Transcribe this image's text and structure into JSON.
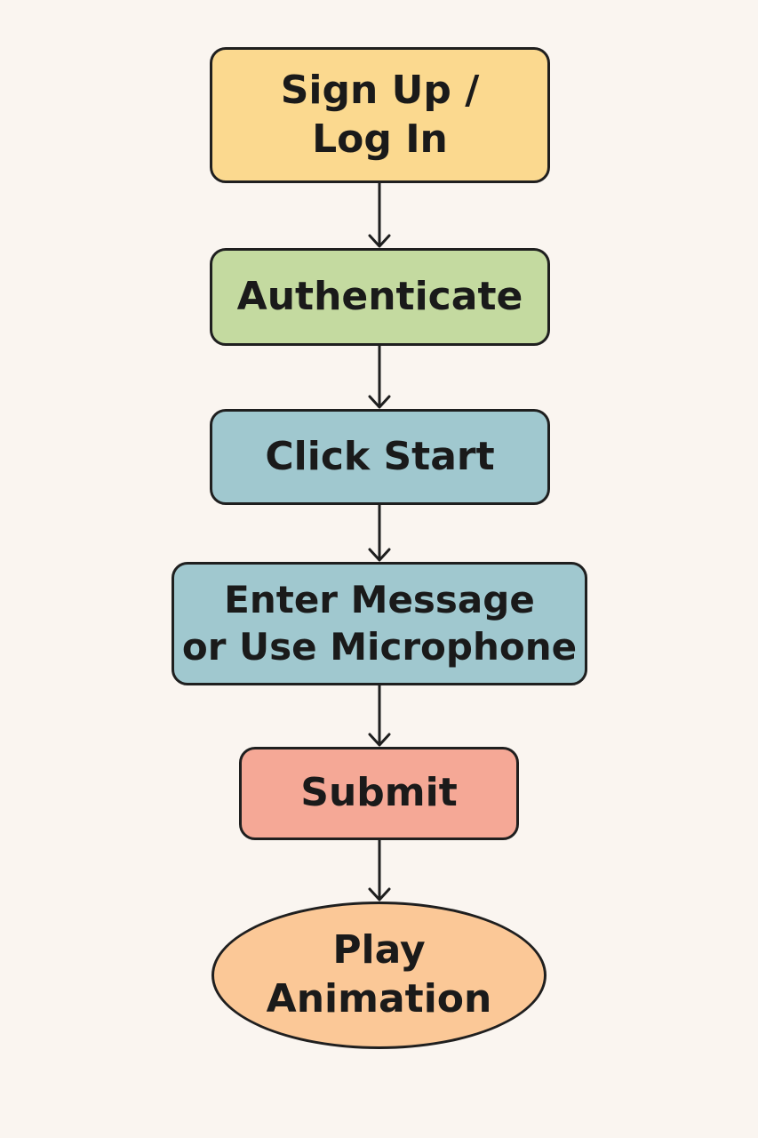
{
  "steps": [
    {
      "id": "signup",
      "lines": [
        "Sign Up /",
        "Log In"
      ],
      "shape": "rounded-rect",
      "color": "#fbd98f"
    },
    {
      "id": "authenticate",
      "lines": [
        "Authenticate"
      ],
      "shape": "rounded-rect",
      "color": "#c4daa0"
    },
    {
      "id": "click_start",
      "lines": [
        "Click Start"
      ],
      "shape": "rounded-rect",
      "color": "#a0c8cf"
    },
    {
      "id": "enter_message",
      "lines": [
        "Enter Message",
        "or Use Microphone"
      ],
      "shape": "rounded-rect",
      "color": "#a0c8cf"
    },
    {
      "id": "submit",
      "lines": [
        "Submit"
      ],
      "shape": "rounded-rect",
      "color": "#f5a896"
    },
    {
      "id": "play_animation",
      "lines": [
        "Play",
        "Animation"
      ],
      "shape": "ellipse",
      "color": "#fbc897"
    }
  ],
  "connectors": [
    {
      "from": "signup",
      "to": "authenticate"
    },
    {
      "from": "authenticate",
      "to": "click_start"
    },
    {
      "from": "click_start",
      "to": "enter_message"
    },
    {
      "from": "enter_message",
      "to": "submit"
    },
    {
      "from": "submit",
      "to": "play_animation"
    }
  ],
  "style": {
    "background": "#faf5f0",
    "stroke": "#1f1f1f"
  }
}
